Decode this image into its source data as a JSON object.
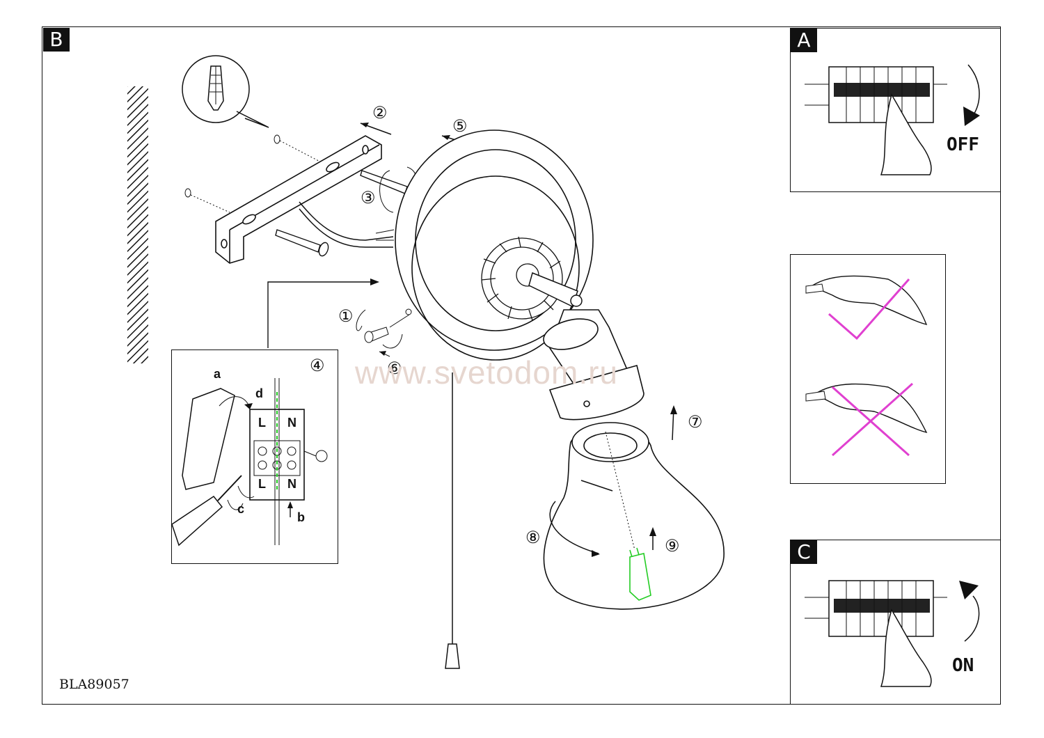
{
  "labels": {
    "main": "B",
    "off_panel": "A",
    "on_panel": "C"
  },
  "off_panel": {
    "state": "OFF"
  },
  "on_panel": {
    "state": "ON"
  },
  "model_code": "BLA89057",
  "watermark": "www.svetodom.ru",
  "steps": [
    "①",
    "②",
    "③",
    "④",
    "⑤",
    "⑥",
    "⑦",
    "⑧",
    "⑨"
  ],
  "wiring": {
    "a": "a",
    "b": "b",
    "c": "c",
    "d": "d",
    "live": "L",
    "neutral": "N"
  },
  "colors": {
    "ink": "#111111",
    "magenta": "#e040d0",
    "green": "#22cc22",
    "watermark": "#e6d6cf"
  }
}
